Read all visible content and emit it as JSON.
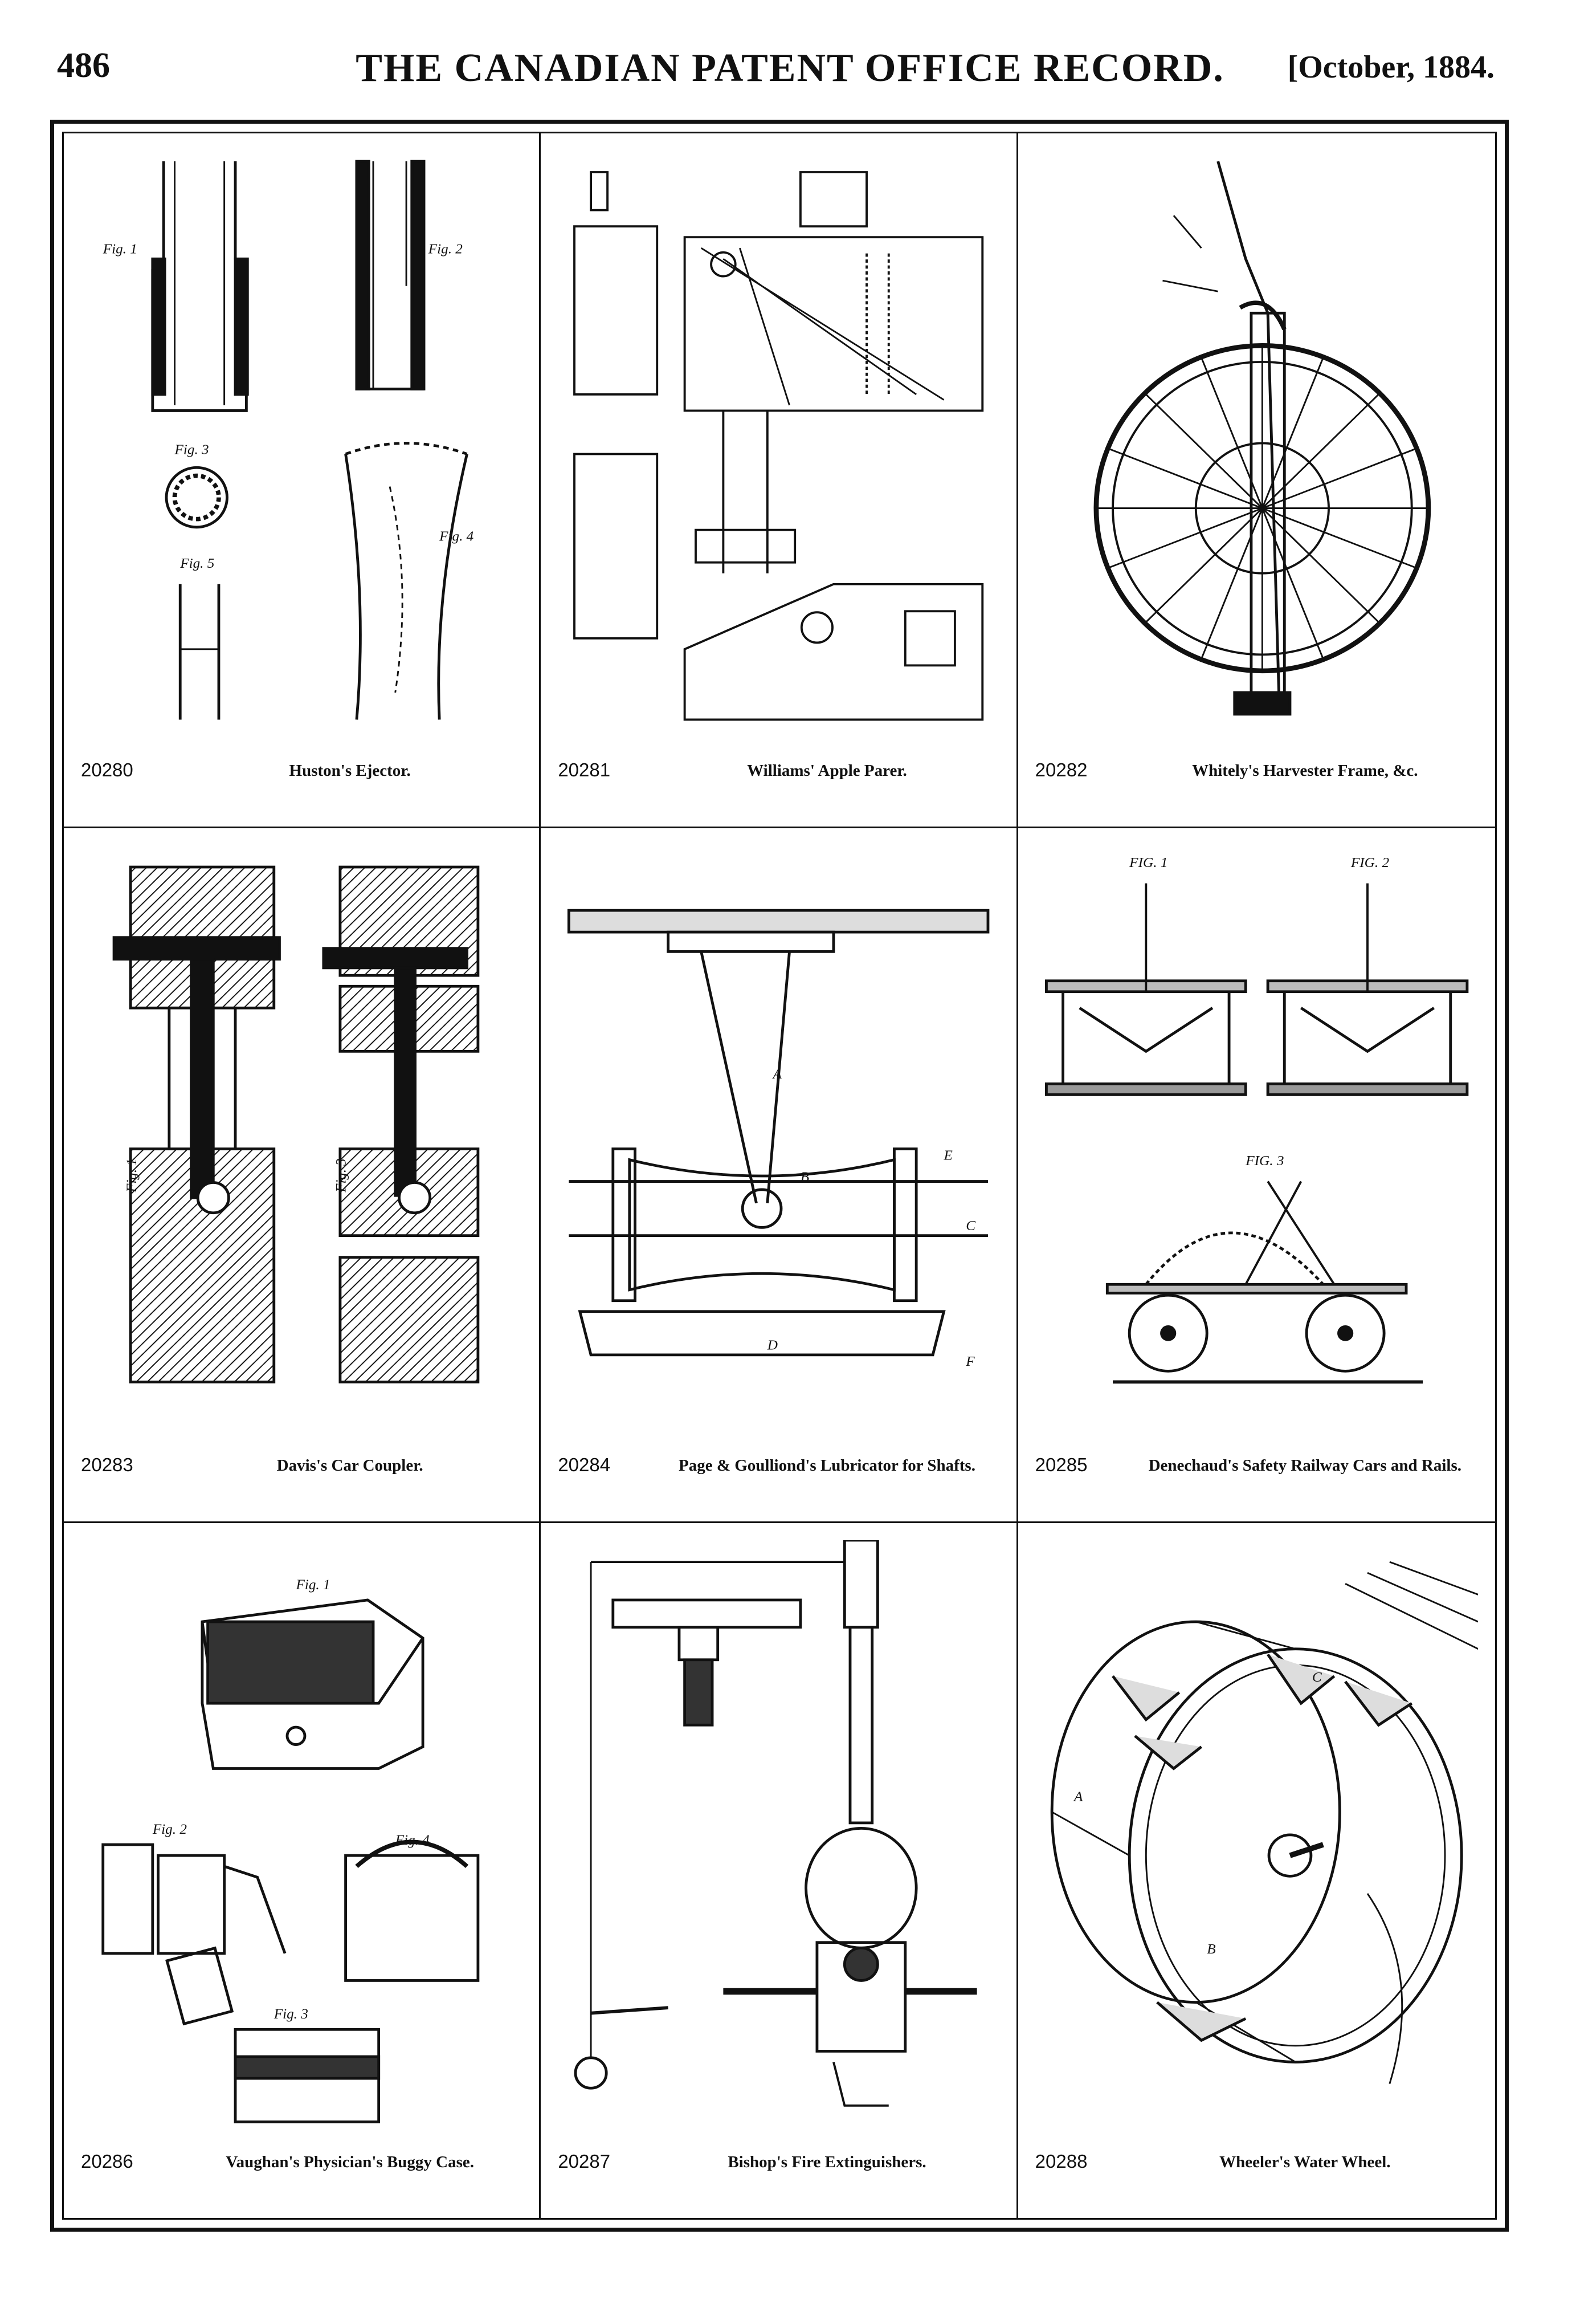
{
  "header": {
    "page_number": "486",
    "journal_title": "THE CANADIAN PATENT OFFICE RECORD.",
    "issue_date": "[October, 1884."
  },
  "patents": [
    {
      "number": "20280",
      "title": "Huston's Ejector."
    },
    {
      "number": "20281",
      "title": "Williams' Apple Parer."
    },
    {
      "number": "20282",
      "title": "Whitely's Harvester Frame, &c."
    },
    {
      "number": "20283",
      "title": "Davis's Car Coupler."
    },
    {
      "number": "20284",
      "title": "Page & Goulliond's Lubricator for Shafts."
    },
    {
      "number": "20285",
      "title": "Denechaud's Safety Railway Cars and Rails."
    },
    {
      "number": "20286",
      "title": "Vaughan's Physician's Buggy Case."
    },
    {
      "number": "20287",
      "title": "Bishop's Fire Extinguishers."
    },
    {
      "number": "20288",
      "title": "Wheeler's Water Wheel."
    }
  ],
  "figure_labels": {
    "ejector": [
      "Fig. 1",
      "Fig. 2",
      "Fig. 3",
      "Fig. 4",
      "Fig. 5"
    ],
    "car_coupler": [
      "Fig. 1",
      "Fig. 3"
    ],
    "lubricator": [
      "A",
      "B",
      "C",
      "D",
      "E",
      "F"
    ],
    "safety_cars": [
      "FIG. 1",
      "FIG. 2",
      "FIG. 3"
    ],
    "buggy_case": [
      "Fig. 1",
      "Fig. 2",
      "Fig. 3",
      "Fig. 4"
    ],
    "water_wheel": [
      "A",
      "B",
      "C"
    ]
  }
}
